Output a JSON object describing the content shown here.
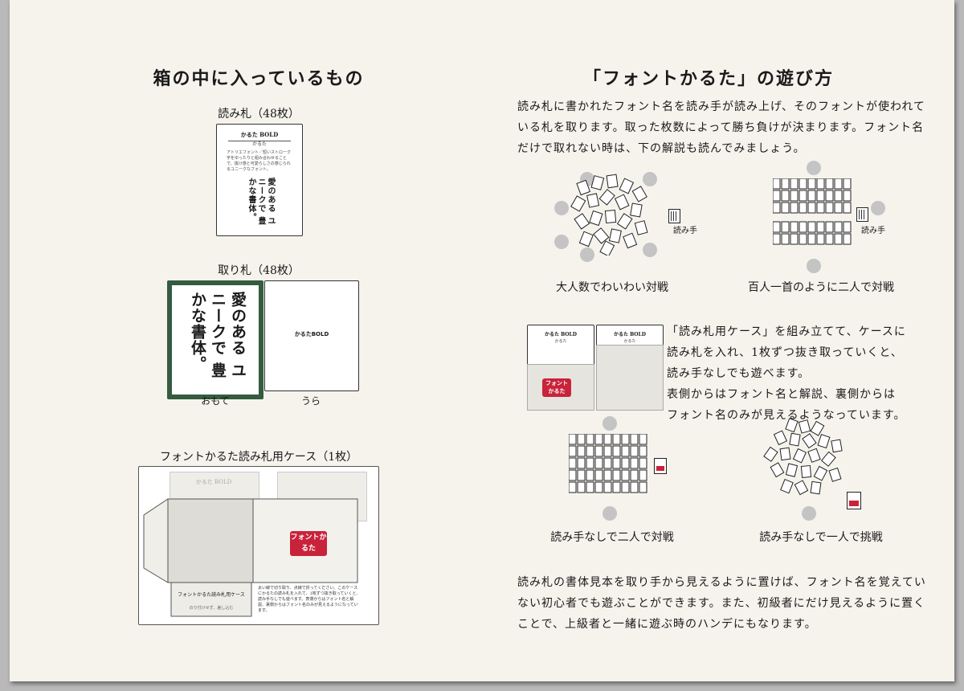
{
  "left": {
    "heading": "箱の中に入っているもの",
    "yomifuda": {
      "caption": "読み札（48枚）",
      "card_title": "かるた BOLD",
      "card_subtitle": "かるた",
      "card_desc": "アトリエフォント／短いストローク字をゆったりと組み合わせることで、抜け感と可愛らしさの感じられるユニークなフォント。",
      "sample": "愛のある ユニークで 豊かな書体。"
    },
    "torifuda": {
      "caption": "取り札（48枚）",
      "front_text": "愛のある ユニークで 豊かな書体。",
      "front_label": "おもて",
      "back_text": "かるたBOLD",
      "back_label": "うら"
    },
    "case": {
      "caption": "フォントかるた読み札用ケース（1枚）",
      "card_title": "かるた BOLD",
      "flap_label": "フォントかるた読み札用ケース",
      "flap_small": "のり付けせず、差し込む",
      "tag": "フォントかるた",
      "notes": "太い線で切り取り、点線で折ってください。このケースにかるたの読み札を入れて、1枚ずつ抜き取っていくと、読み手なしでも遊べます。表側からはフォント名と解説、裏側からはフォント名のみが見えるようになっています。"
    }
  },
  "right": {
    "heading": "「フォントかるた」の遊び方",
    "intro": "読み札に書かれたフォント名を読み手が読み上げ、そのフォントが使われている札を取ります。取った枚数によって勝ち負けが決まります。フォント名だけで取れない時は、下の解説も読んでみましょう。",
    "diagram_labels": {
      "reader": "読み手",
      "many": "大人数でわいわい対戦",
      "hyakunin": "百人一首のように二人で対戦",
      "two_noreader": "読み手なしで二人で対戦",
      "solo": "読み手なしで一人で挑戦"
    },
    "case_cards": {
      "title": "かるた BOLD",
      "subtitle": "かるた",
      "tag": "フォント かるた"
    },
    "case_text": [
      "「読み札用ケース」を組み立てて、ケースに",
      "読み札を入れ、1枚ずつ抜き取っていくと、",
      "読み手なしでも遊べます。",
      "表側からはフォント名と解説、裏側からは",
      "フォント名のみが見えるようなっています。"
    ],
    "outro": "読み札の書体見本を取り手から見えるように置けば、フォント名を覚えていない初心者でも遊ぶことができます。また、初級者にだけ見えるように置くことで、上級者と一緒に遊ぶ時のハンデにもなります。"
  }
}
